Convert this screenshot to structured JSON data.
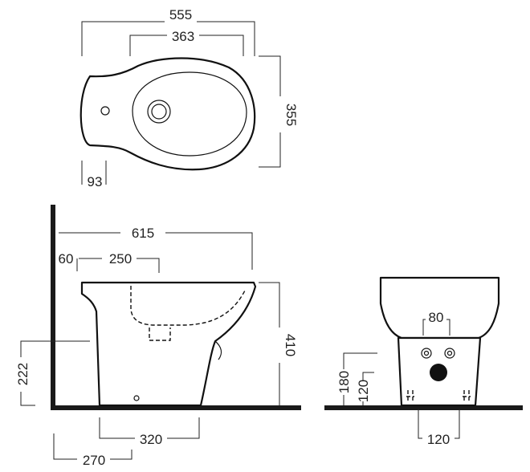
{
  "top_view": {
    "overall_width": "555",
    "bowl_width": "363",
    "depth": "355",
    "tap_hole_offset": "93"
  },
  "side_view": {
    "overall_length": "615",
    "wall_gap": "60",
    "bowl_inner": "250",
    "height": "410",
    "inlet_height": "222",
    "foot_length": "320",
    "foot_offset": "270"
  },
  "rear_view": {
    "inlet_spacing": "80",
    "supply_height": "180",
    "drain_height": "120",
    "fixing_spacing": "120"
  }
}
